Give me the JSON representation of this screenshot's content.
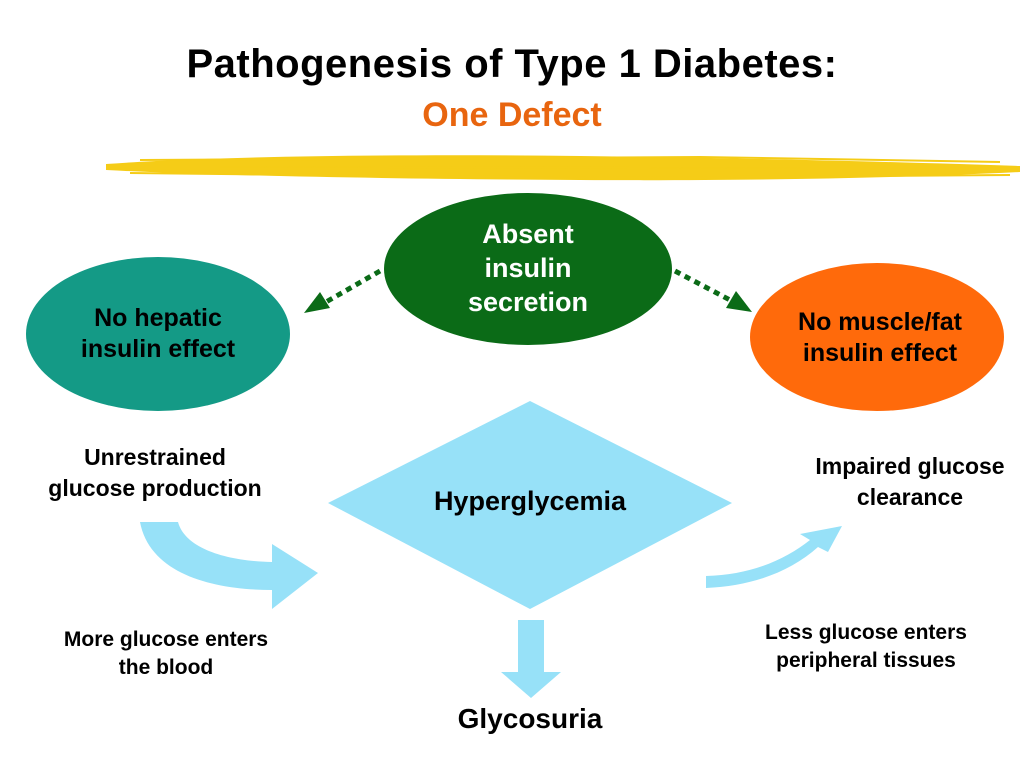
{
  "title": {
    "line1": "Pathogenesis of Type 1 Diabetes:",
    "line2": "One Defect"
  },
  "colors": {
    "title_accent": "#E8650F",
    "center_oval": "#0B6B17",
    "left_oval": "#149A86",
    "right_oval": "#FF6A0B",
    "diamond": "#97E1F8",
    "arrows_light": "#97E1F8",
    "dotted_arrows": "#0B6B17",
    "divider_highlight": "#F5CC17"
  },
  "nodes": {
    "center": "Absent insulin secretion",
    "left": "No hepatic insulin effect",
    "right": "No muscle/fat insulin effect",
    "diamond": "Hyperglycemia"
  },
  "labels": {
    "unrestrained": "Unrestrained glucose production",
    "impaired": "Impaired glucose clearance",
    "more_glucose": "More glucose enters the blood",
    "less_glucose": "Less glucose enters peripheral tissues",
    "glycosuria": "Glycosuria"
  }
}
